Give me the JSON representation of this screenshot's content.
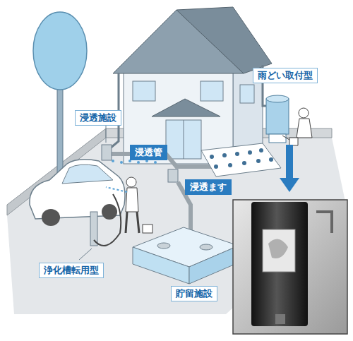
{
  "diagram": {
    "nodes": [
      {
        "text": [
          "雨どい取付型"
        ]
      },
      {
        "text": [
          "浸透施設"
        ]
      },
      {
        "text": [
          "浸透管"
        ]
      },
      {
        "text": [
          "浸透ます"
        ]
      },
      {
        "text": [
          "浄化槽転用型"
        ]
      },
      {
        "text": [
          "貯留施設"
        ]
      }
    ]
  }
}
